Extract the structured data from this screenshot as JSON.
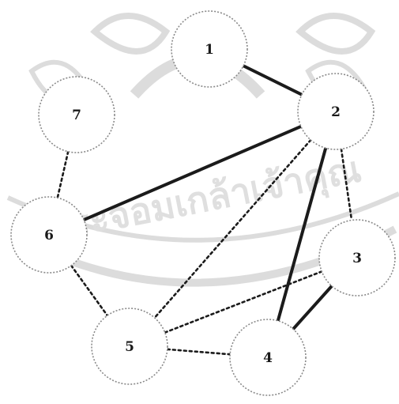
{
  "diagram": {
    "nodes": [
      {
        "id": "1",
        "label": "1"
      },
      {
        "id": "2",
        "label": "2"
      },
      {
        "id": "3",
        "label": "3"
      },
      {
        "id": "4",
        "label": "4"
      },
      {
        "id": "5",
        "label": "5"
      },
      {
        "id": "6",
        "label": "6"
      },
      {
        "id": "7",
        "label": "7"
      }
    ],
    "edges": [
      {
        "from": "1",
        "to": "2",
        "style": "solid"
      },
      {
        "from": "2",
        "to": "6",
        "style": "solid"
      },
      {
        "from": "2",
        "to": "4",
        "style": "solid"
      },
      {
        "from": "3",
        "to": "4",
        "style": "solid"
      },
      {
        "from": "2",
        "to": "3",
        "style": "dashed"
      },
      {
        "from": "2",
        "to": "5",
        "style": "dashed"
      },
      {
        "from": "3",
        "to": "5",
        "style": "dashed"
      },
      {
        "from": "5",
        "to": "4",
        "style": "dashed"
      },
      {
        "from": "6",
        "to": "5",
        "style": "dashed"
      },
      {
        "from": "7",
        "to": "6",
        "style": "dashed"
      }
    ]
  },
  "watermark": {
    "text": "ระจอมเกล้าเจ้าคุณ",
    "color": "#dcdcdc"
  }
}
